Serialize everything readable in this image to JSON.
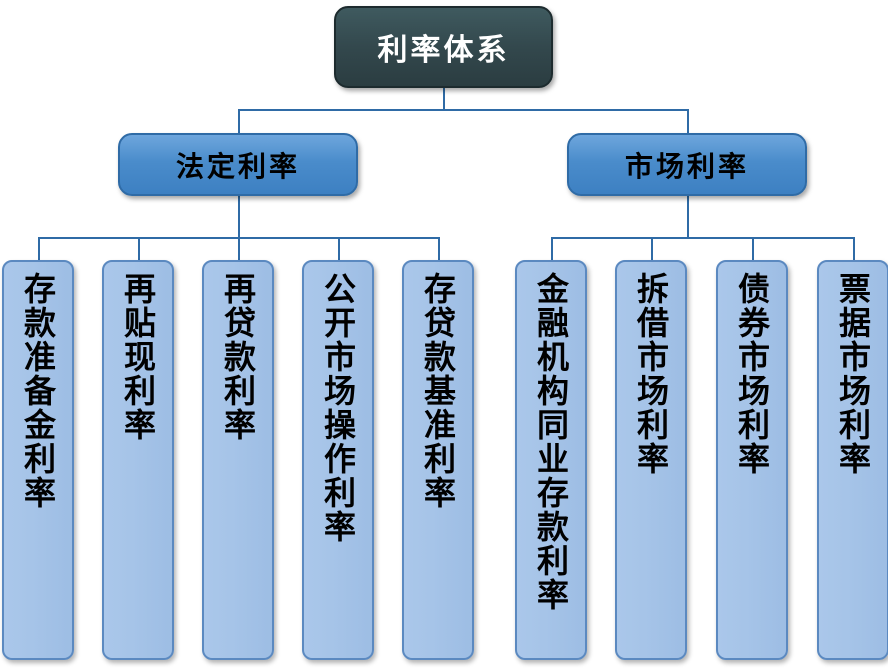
{
  "diagram": {
    "title": "利率体系",
    "root": {
      "label": "利率体系"
    },
    "branches": [
      {
        "label": "法定利率",
        "children": [
          {
            "label": "存款准备金利率"
          },
          {
            "label": "再贴现利率"
          },
          {
            "label": "再贷款利率"
          },
          {
            "label": "公开市场操作利率"
          },
          {
            "label": "存贷款基准利率"
          }
        ]
      },
      {
        "label": "市场利率",
        "children": [
          {
            "label": "金融机构同业存款利率"
          },
          {
            "label": "拆借市场利率"
          },
          {
            "label": "债券市场利率"
          },
          {
            "label": "票据市场利率"
          }
        ]
      }
    ],
    "colors": {
      "root_fill": "#33484d",
      "root_border": "#1d2b2e",
      "mid_fill": "#4a8ccb",
      "mid_border": "#2f6ba6",
      "leaf_fill": "#a6c4e8",
      "leaf_border": "#5b89c0",
      "connector": "#2f6ba6",
      "background": "#ffffff"
    }
  }
}
